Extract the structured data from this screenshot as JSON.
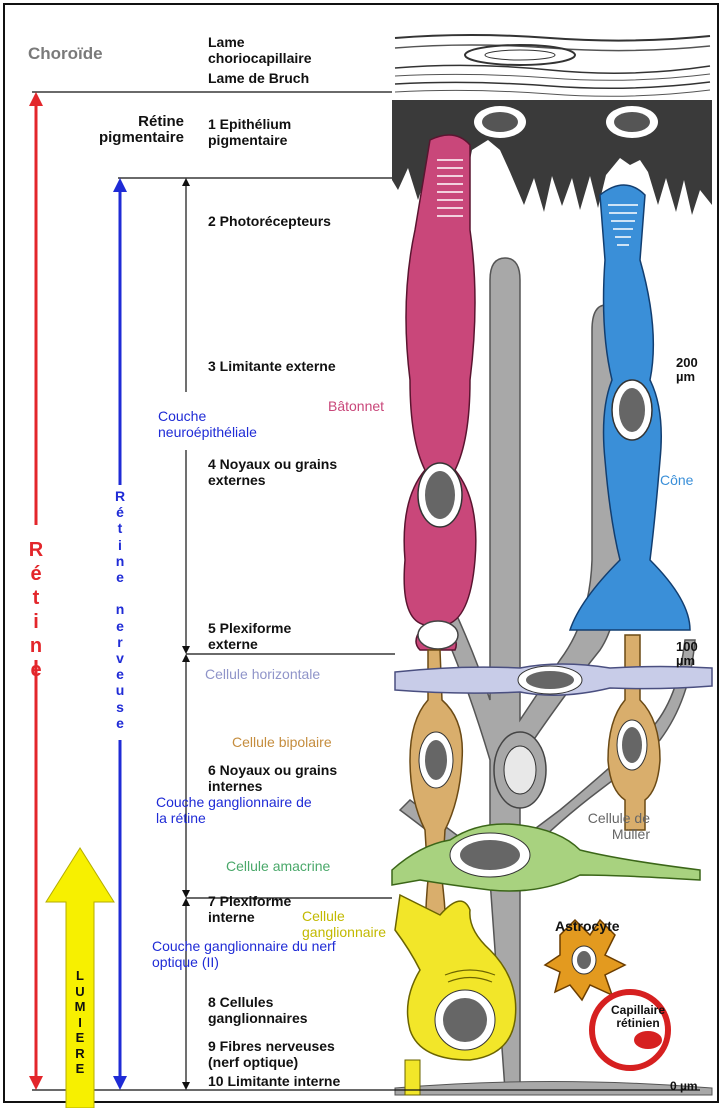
{
  "colors": {
    "retine": "#e3262b",
    "retine_nerveuse": "#1f2bd6",
    "lumiere_arrow": "#f7f000",
    "batonnet": "#c9477a",
    "cone": "#3a8fd8",
    "muller": "#a8a8a8",
    "horizontale": "#c8cce8",
    "bipolaire": "#d9ae6c",
    "amacrine": "#a8d27f",
    "ganglionnaire": "#f2e629",
    "astrocyte": "#e39a1f",
    "capillaire": "#d62020"
  },
  "labels": {
    "choroide": "Choroïde",
    "lame_choriocapillaire": "Lame choriocapillaire",
    "lame_bruch": "Lame de Bruch",
    "retine_pigmentaire": "Rétine pigmentaire",
    "epithelium": "1 Epithélium pigmentaire",
    "photorecepteurs": "2 Photorécepteurs",
    "limitante_externe": "3 Limitante externe",
    "couche_neuro": "Couche neuroépithéliale",
    "noyaux_externes": "4 Noyaux ou grains externes",
    "plexiforme_externe": "5 Plexiforme externe",
    "noyaux_internes": "6 Noyaux ou grains internes",
    "couche_ganglionnaire_retine": "Couche ganglionnaire de la rétine",
    "plexiforme_interne": "7 Plexiforme interne",
    "couche_ganglionnaire_nerf": "Couche ganglionnaire du nerf optique (II)",
    "cellules_ganglionnaires": "8 Cellules ganglionnaires",
    "fibres_nerveuses": "9 Fibres nerveuses (nerf optique)",
    "limitante_interne": "10 Limitante interne",
    "batonnet": "Bâtonnet",
    "cone": "Cône",
    "cellule_horizontale": "Cellule horizontale",
    "cellule_bipolaire": "Cellule bipolaire",
    "cellule_muller": "Cellule de Müller",
    "cellule_amacrine": "Cellule amacrine",
    "cellule_ganglionnaire": "Cellule ganglionnaire",
    "astrocyte": "Astrocyte",
    "capillaire": "Capillaire rétinien",
    "scale_200": "200 µm",
    "scale_100": "100 µm",
    "scale_0": "0 µm",
    "retine_vertical": "Rétine",
    "retine_nerveuse_vertical": "Rétine nerveuse",
    "lumiere_vertical": "LUMIERE"
  }
}
